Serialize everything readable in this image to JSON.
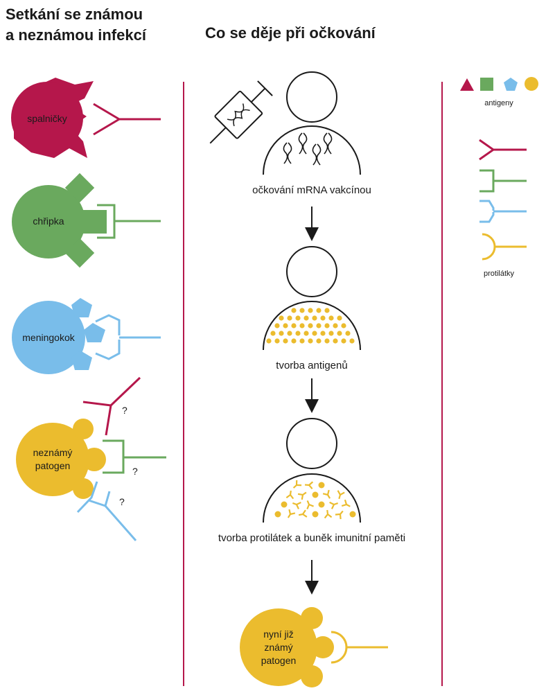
{
  "titles": {
    "left_line1": "Setkání se známou",
    "left_line2": "a neznámou infekcí",
    "middle": "Co se děje při očkování"
  },
  "pathogens": {
    "measles": "spalničky",
    "flu": "chřipka",
    "meningococcus": "meningokok",
    "unknown_line1": "neznámý",
    "unknown_line2": "patogen",
    "question_mark": "?"
  },
  "steps": {
    "vaccination": "očkování mRNA vakcínou",
    "antigen_production": "tvorba antigenů",
    "antibody_production": "tvorba protilátek a buněk imunitní paměti"
  },
  "final": {
    "line1": "nyní již",
    "line2": "známý",
    "line3": "patogen"
  },
  "legend": {
    "antigens": "antigeny",
    "antibodies": "protilátky"
  },
  "colors": {
    "crimson": "#b5174b",
    "green": "#6aa95e",
    "blue": "#79bdea",
    "yellow": "#ebbc2e",
    "divider": "#b5174b",
    "outline": "#1a1a1a"
  }
}
